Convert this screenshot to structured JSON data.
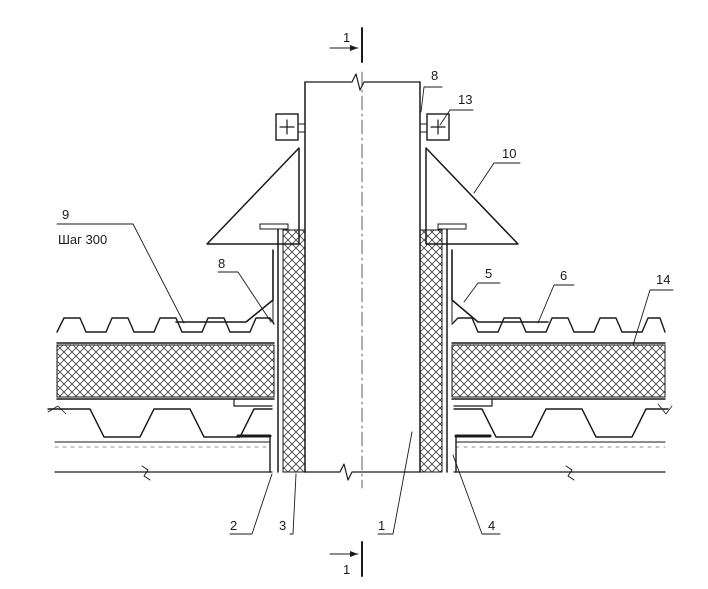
{
  "section_marks": {
    "top": "1",
    "bottom": "1"
  },
  "callouts": {
    "c1": "1",
    "c2": "2",
    "c3": "3",
    "c4": "4",
    "c5": "5",
    "c6": "6",
    "c8_left": "8",
    "c8_top": "8",
    "c9": "9",
    "c9_note": "Шаг 300",
    "c10": "10",
    "c13": "13",
    "c14": "14"
  },
  "colors": {
    "line": "#1a1a1a",
    "background": "#ffffff"
  }
}
